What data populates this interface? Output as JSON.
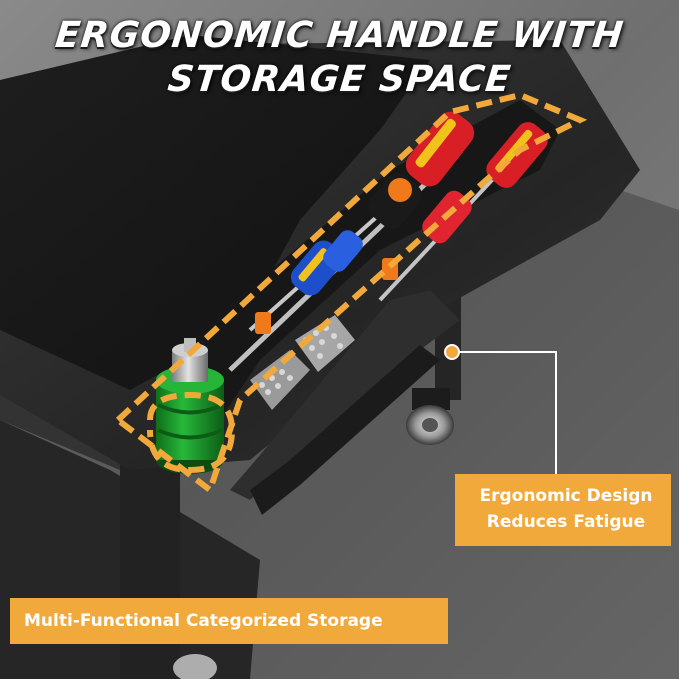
{
  "headline": {
    "line1": "ERGONOMIC HANDLE WITH",
    "line2": "STORAGE SPACE"
  },
  "callouts": {
    "ergonomic": {
      "line1": "Ergonomic Design",
      "line2": "Reduces Fatigue"
    },
    "storage": {
      "label": "Multi-Functional Categorized Storage"
    }
  },
  "colors": {
    "accent": "#f2a93b",
    "tray": "#2b2b2b",
    "floor": "#7a7a7a",
    "screwdriver_red": "#d91f26",
    "screwdriver_blue": "#1c4fc9",
    "screwdriver_orange": "#f07a1a",
    "bottle_green": "#1a9a2a"
  },
  "icons": [
    "callout-dot-icon"
  ]
}
